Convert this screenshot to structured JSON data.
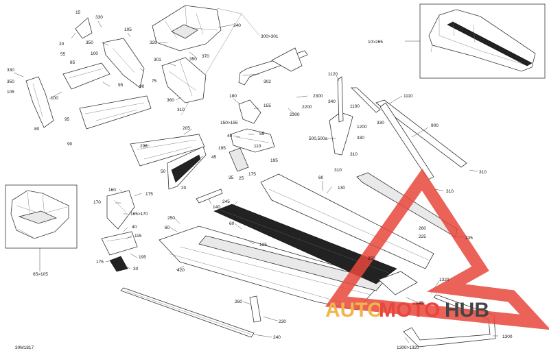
{
  "diagram_code": "30M1817",
  "watermark": {
    "part1": "AUTO",
    "part2": "MOTO",
    "part3": "HUB",
    "color_red": "#e8463c",
    "color_gold": "#f0b64a",
    "color_dark": "#444444"
  },
  "callouts": [
    {
      "id": "c15",
      "text": "15"
    },
    {
      "id": "c330a",
      "text": "330"
    },
    {
      "id": "c105a",
      "text": "105"
    },
    {
      "id": "c340",
      "text": "340"
    },
    {
      "id": "c300",
      "text": "300>301"
    },
    {
      "id": "c20a",
      "text": "20"
    },
    {
      "id": "c55a",
      "text": "55"
    },
    {
      "id": "c350a",
      "text": "350"
    },
    {
      "id": "c100a",
      "text": "100"
    },
    {
      "id": "c320",
      "text": "320"
    },
    {
      "id": "c350b",
      "text": "350"
    },
    {
      "id": "c370",
      "text": "370"
    },
    {
      "id": "c85",
      "text": "85"
    },
    {
      "id": "c330b",
      "text": "330"
    },
    {
      "id": "c350c",
      "text": "350"
    },
    {
      "id": "c105b",
      "text": "105"
    },
    {
      "id": "c100b",
      "text": "100"
    },
    {
      "id": "c95a",
      "text": "95"
    },
    {
      "id": "c95b",
      "text": "95"
    },
    {
      "id": "c80",
      "text": "80"
    },
    {
      "id": "c75",
      "text": "75"
    },
    {
      "id": "c90a",
      "text": "90"
    },
    {
      "id": "c301",
      "text": "301"
    },
    {
      "id": "c360",
      "text": "360"
    },
    {
      "id": "c310a",
      "text": "310"
    },
    {
      "id": "c302",
      "text": "302"
    },
    {
      "id": "c90b",
      "text": "90"
    },
    {
      "id": "c10",
      "text": "10>265"
    },
    {
      "id": "c1120",
      "text": "1120"
    },
    {
      "id": "c2300a",
      "text": "2300"
    },
    {
      "id": "c1110",
      "text": "1110"
    },
    {
      "id": "c340b",
      "text": "340"
    },
    {
      "id": "c1100",
      "text": "1100"
    },
    {
      "id": "c180",
      "text": "180"
    },
    {
      "id": "c155",
      "text": "155"
    },
    {
      "id": "c2200",
      "text": "2200"
    },
    {
      "id": "c2300b",
      "text": "2300"
    },
    {
      "id": "c150",
      "text": "150>155"
    },
    {
      "id": "c1200",
      "text": "1200"
    },
    {
      "id": "c330c",
      "text": "330"
    },
    {
      "id": "c900",
      "text": "900"
    },
    {
      "id": "c205",
      "text": "205"
    },
    {
      "id": "c40a",
      "text": "40"
    },
    {
      "id": "c55b",
      "text": "55"
    },
    {
      "id": "c500",
      "text": "500,500a"
    },
    {
      "id": "c330d",
      "text": "330"
    },
    {
      "id": "c298",
      "text": "298"
    },
    {
      "id": "c110",
      "text": "110"
    },
    {
      "id": "c195a",
      "text": "195"
    },
    {
      "id": "c310b",
      "text": "310"
    },
    {
      "id": "c45",
      "text": "45"
    },
    {
      "id": "c50",
      "text": "50"
    },
    {
      "id": "c195b",
      "text": "195"
    },
    {
      "id": "c310c",
      "text": "310"
    },
    {
      "id": "c310d",
      "text": "310"
    },
    {
      "id": "c35",
      "text": "35"
    },
    {
      "id": "c25",
      "text": "25"
    },
    {
      "id": "c175a",
      "text": "175"
    },
    {
      "id": "c20b",
      "text": "20"
    },
    {
      "id": "c60a",
      "text": "60"
    },
    {
      "id": "c130",
      "text": "130"
    },
    {
      "id": "c160",
      "text": "160"
    },
    {
      "id": "c175b",
      "text": "175"
    },
    {
      "id": "c170",
      "text": "170"
    },
    {
      "id": "c140",
      "text": "140"
    },
    {
      "id": "c165",
      "text": "165>170"
    },
    {
      "id": "c245",
      "text": "245"
    },
    {
      "id": "c310e",
      "text": "310"
    },
    {
      "id": "c250a",
      "text": "250"
    },
    {
      "id": "c60b",
      "text": "60"
    },
    {
      "id": "c60c",
      "text": "60"
    },
    {
      "id": "c40b",
      "text": "40"
    },
    {
      "id": "c115",
      "text": "115"
    },
    {
      "id": "c260a",
      "text": "260"
    },
    {
      "id": "c225",
      "text": "225"
    },
    {
      "id": "c235",
      "text": "235"
    },
    {
      "id": "c135",
      "text": "135"
    },
    {
      "id": "c195c",
      "text": "195"
    },
    {
      "id": "c175c",
      "text": "175"
    },
    {
      "id": "c30",
      "text": "30"
    },
    {
      "id": "c65",
      "text": "65>105"
    },
    {
      "id": "c420",
      "text": "420"
    },
    {
      "id": "c250b",
      "text": "250"
    },
    {
      "id": "c1320a",
      "text": "1320"
    },
    {
      "id": "c145",
      "text": "145"
    },
    {
      "id": "c260b",
      "text": "260"
    },
    {
      "id": "c230",
      "text": "230"
    },
    {
      "id": "c240",
      "text": "240"
    },
    {
      "id": "c1300",
      "text": "1300"
    },
    {
      "id": "c1320b",
      "text": "1300>1320"
    }
  ]
}
